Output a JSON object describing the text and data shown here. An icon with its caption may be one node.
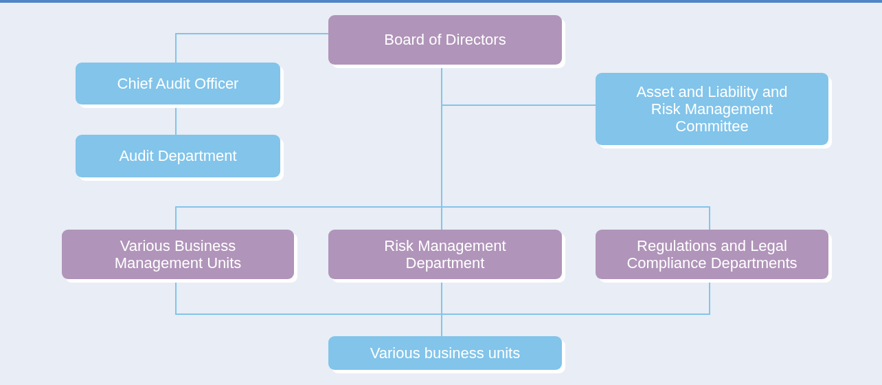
{
  "diagram": {
    "nodes": [
      {
        "text": [
          "Board of Directors"
        ]
      },
      {
        "text": [
          "Chief Audit Officer"
        ]
      },
      {
        "text": [
          "Audit Department"
        ]
      },
      {
        "text": [
          "Asset and Liability and Risk Management Committee"
        ]
      },
      {
        "text": [
          "Various Business Management Units"
        ]
      },
      {
        "text": [
          "Risk Management Department"
        ]
      },
      {
        "text": [
          "Regulations and Legal Compliance Departments"
        ]
      },
      {
        "text": [
          "Various business units"
        ]
      }
    ],
    "edges": [
      {
        "from": 0,
        "to": 1,
        "arrow": "none"
      },
      {
        "from": 1,
        "to": 2,
        "arrow": "none"
      },
      {
        "from": 0,
        "to": 3,
        "arrow": "none"
      },
      {
        "from": 0,
        "to": 4,
        "arrow": "none"
      },
      {
        "from": 0,
        "to": 5,
        "arrow": "none"
      },
      {
        "from": 0,
        "to": 6,
        "arrow": "none"
      },
      {
        "from": 4,
        "to": 7,
        "arrow": "none"
      },
      {
        "from": 5,
        "to": 7,
        "arrow": "none"
      },
      {
        "from": 6,
        "to": 7,
        "arrow": "none"
      }
    ]
  }
}
